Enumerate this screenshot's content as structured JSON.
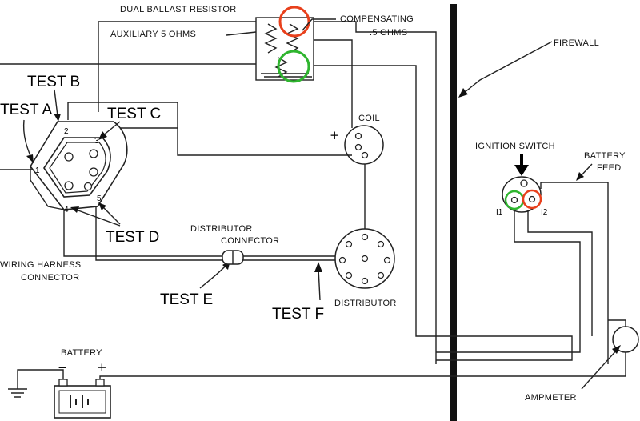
{
  "labels": {
    "dual_ballast": "DUAL BALLAST  RESISTOR",
    "compensating": "COMPENSATING",
    "comp_ohms": ".5 OHMS",
    "auxiliary": "AUXILIARY 5 OHMS",
    "firewall": "FIREWALL",
    "coil": "COIL",
    "coil_plus": "+",
    "ignition_switch": "IGNITION  SWITCH",
    "battery_feed_1": "BATTERY",
    "battery_feed_2": "FEED",
    "i1": "I1",
    "i2": "I2",
    "test_a": "TEST A",
    "test_b": "TEST B",
    "test_c": "TEST C",
    "test_d": "TEST D",
    "test_e": "TEST E",
    "test_f": "TEST F",
    "pin1": "1",
    "pin2": "2",
    "pin3": "3",
    "pin4": "4",
    "pin5": "5",
    "wiring_harness_1": "WIRING HARNESS",
    "wiring_harness_2": "CONNECTOR",
    "dist_connector_1": "DISTRIBUTOR",
    "dist_connector_2": "CONNECTOR",
    "distributor": "DISTRIBUTOR",
    "battery": "BATTERY",
    "batt_minus": "−",
    "batt_plus": "+",
    "ammeter": "AMPMETER"
  },
  "colors": {
    "ink": "#222222",
    "highlight_red": "#e8401c",
    "highlight_green": "#2fb52f"
  }
}
